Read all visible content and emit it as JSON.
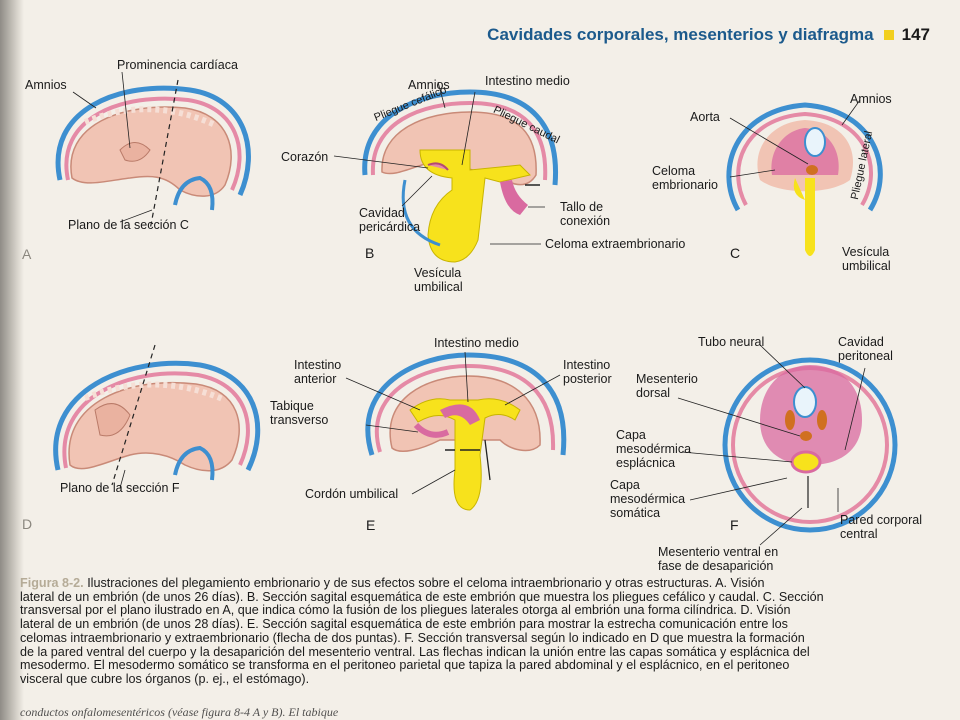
{
  "header": {
    "title": "Cavidades corporales, mesenterios y diafragma",
    "page_number": "147"
  },
  "panels": {
    "A": {
      "letter": "A",
      "amnios": "Amnios",
      "prominencia": "Prominencia cardíaca",
      "plano": "Plano de la sección C"
    },
    "B": {
      "letter": "B",
      "amnios": "Amnios",
      "intestino_medio": "Intestino medio",
      "pliegue_cefalico": "Pliegue cefálico",
      "pliegue_caudal": "Pliegue caudal",
      "corazon": "Corazón",
      "cavidad_pericardica_1": "Cavidad",
      "cavidad_pericardica_2": "pericárdica",
      "tallo_1": "Tallo de",
      "tallo_2": "conexión",
      "celoma_extra": "Celoma extraembrionario",
      "vesicula_1": "Vesícula",
      "vesicula_2": "umbilical"
    },
    "C": {
      "letter": "C",
      "amnios": "Amnios",
      "aorta": "Aorta",
      "celoma_1": "Celoma",
      "celoma_2": "embrionario",
      "pliegue_lateral": "Pliegue lateral",
      "vesicula_1": "Vesícula",
      "vesicula_2": "umbilical"
    },
    "D": {
      "letter": "D",
      "plano": "Plano de la sección F"
    },
    "E": {
      "letter": "E",
      "intestino_medio": "Intestino medio",
      "intestino_anterior_1": "Intestino",
      "intestino_anterior_2": "anterior",
      "intestino_posterior_1": "Intestino",
      "intestino_posterior_2": "posterior",
      "tabique_1": "Tabique",
      "tabique_2": "transverso",
      "cordon": "Cordón umbilical"
    },
    "F": {
      "letter": "F",
      "tubo_neural": "Tubo neural",
      "cavidad_1": "Cavidad",
      "cavidad_2": "peritoneal",
      "mesenterio_dorsal_1": "Mesenterio",
      "mesenterio_dorsal_2": "dorsal",
      "capa_esplacnica_1": "Capa",
      "capa_esplacnica_2": "mesodérmica",
      "capa_esplacnica_3": "esplácnica",
      "capa_somatica_1": "Capa",
      "capa_somatica_2": "mesodérmica",
      "capa_somatica_3": "somática",
      "pared_1": "Pared corporal",
      "pared_2": "central",
      "mesenterio_ventral_1": "Mesenterio ventral en",
      "mesenterio_ventral_2": "fase de desaparición"
    }
  },
  "caption": {
    "label": "Figura 8-2.",
    "lines": [
      "Ilustraciones del plegamiento embrionario y de sus efectos sobre el celoma intraembrionario y otras estructuras. A. Visión",
      "lateral de un embrión (de unos 26 días). B. Sección sagital esquemática de este embrión que muestra los pliegues cefálico y caudal. C. Sección",
      "transversal por el plano ilustrado en A, que indica cómo la fusión de los pliegues laterales otorga al embrión una forma cilíndrica. D. Visión",
      "lateral de un embrión (de unos 28 días). E. Sección sagital esquemática de este embrión para mostrar la estrecha comunicación entre los",
      "celomas intraembrionario y extraembrionario (flecha de dos puntas). F. Sección transversal según lo indicado en D que muestra la formación",
      "de la pared ventral del cuerpo y la desaparición del mesenterio ventral. Las flechas indican la unión entre las capas somática y esplácnica del",
      "mesodermo. El mesodermo somático se transforma en el peritoneo parietal que tapiza la pared abdominal y el esplácnico, en el peritoneo",
      "visceral que cubre los órganos (p. ej., el estómago)."
    ]
  },
  "footer": {
    "partial_text": "conductos onfalomesentéricos (véase figura 8-4 A y B). El tabique"
  },
  "colors": {
    "header_blue": "#1c5a8c",
    "header_square": "#f2cf1e",
    "ectoderm_blue": "#3d8fd0",
    "mesoderm_pink": "#e58aa6",
    "embryo_skin": "#f1c4b4",
    "yolk_yellow": "#f7e21c",
    "gut_pink": "#d96aa0"
  }
}
